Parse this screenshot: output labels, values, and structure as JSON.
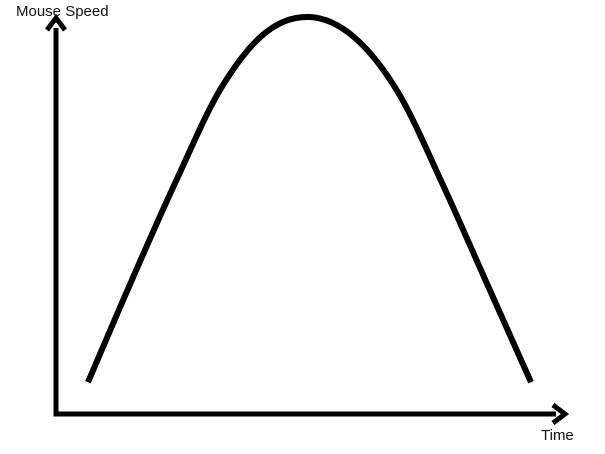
{
  "chart_data": {
    "type": "line",
    "title": "",
    "xlabel": "Time",
    "ylabel": "Mouse Speed",
    "x_tick_labels": [],
    "y_tick_labels": [],
    "grid": false,
    "legend": "none",
    "series": [
      {
        "values_x": [
          0.0,
          0.1,
          0.2,
          0.3,
          0.4,
          0.5,
          0.6,
          0.7,
          0.8,
          0.9,
          1.0
        ],
        "values_y": [
          0.08,
          0.34,
          0.59,
          0.82,
          0.96,
          1.0,
          0.95,
          0.81,
          0.58,
          0.33,
          0.08
        ]
      }
    ],
    "xlim": [
      0,
      1
    ],
    "ylim": [
      0,
      1
    ],
    "line_color": "#000000",
    "axis_color": "#000000"
  }
}
